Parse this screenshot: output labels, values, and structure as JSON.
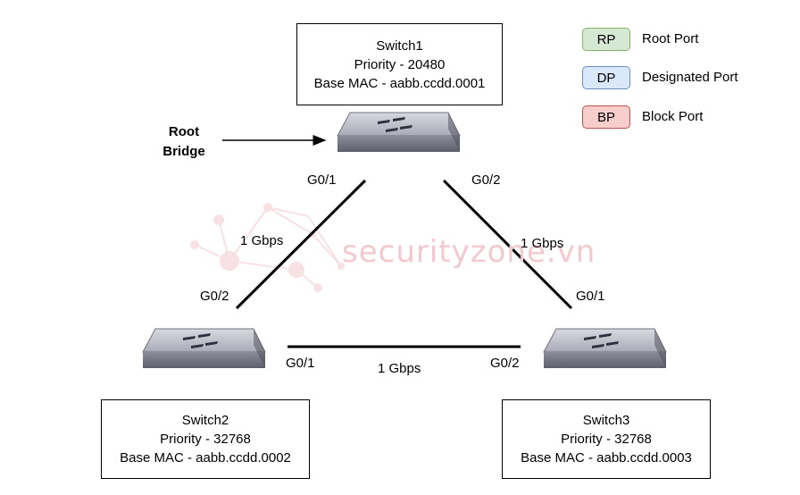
{
  "switches": [
    {
      "name": "Switch1",
      "priority": "Priority - 20480",
      "mac": "Base MAC - aabb.ccdd.0001"
    },
    {
      "name": "Switch2",
      "priority": "Priority - 32768",
      "mac": "Base MAC - aabb.ccdd.0002"
    },
    {
      "name": "Switch3",
      "priority": "Priority - 32768",
      "mac": "Base MAC - aabb.ccdd.0003"
    }
  ],
  "root_bridge": {
    "line1": "Root",
    "line2": "Bridge"
  },
  "ports": {
    "s1_g01": "G0/1",
    "s1_g02": "G0/2",
    "s2_g02": "G0/2",
    "s2_g01": "G0/1",
    "s3_g01": "G0/1",
    "s3_g02": "G0/2"
  },
  "links": {
    "s1_s2": "1 Gbps",
    "s1_s3": "1 Gbps",
    "s2_s3": "1 Gbps"
  },
  "legend": [
    {
      "code": "RP",
      "label": "Root Port",
      "bg": "#d5e8d4",
      "border": "#82b366"
    },
    {
      "code": "DP",
      "label": "Designated Port",
      "bg": "#dae8fc",
      "border": "#6c8ebf"
    },
    {
      "code": "BP",
      "label": "Block Port",
      "bg": "#f8cecc",
      "border": "#b85450"
    }
  ],
  "watermark": "securityzone.vn"
}
